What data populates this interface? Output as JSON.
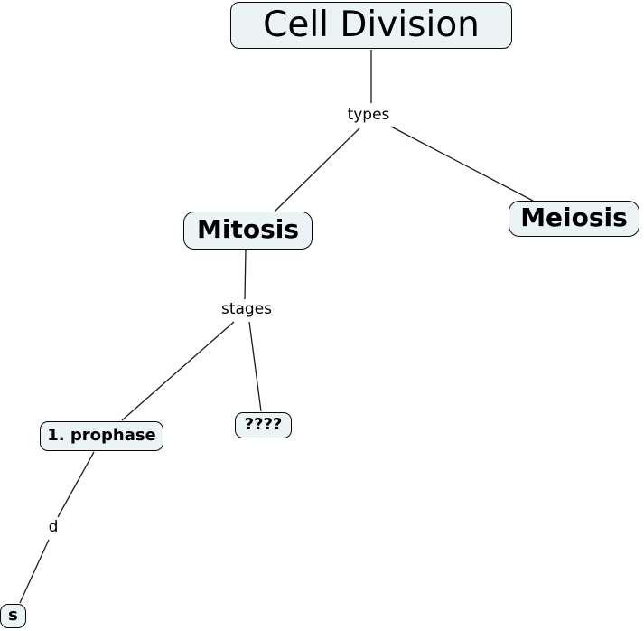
{
  "diagram": {
    "type": "concept-map",
    "colors": {
      "canvas_bg": "#ffffff",
      "node_fill": "#ebf3f5",
      "node_border": "#0a0a0a",
      "line": "#1b1b1b",
      "text": "#000000"
    },
    "nodes": [
      {
        "id": "cell-division",
        "label": "Cell Division"
      },
      {
        "id": "mitosis",
        "label": "Mitosis"
      },
      {
        "id": "meiosis",
        "label": "Meiosis"
      },
      {
        "id": "prophase",
        "label": "1. prophase"
      },
      {
        "id": "unknown-stage",
        "label": "????"
      },
      {
        "id": "s",
        "label": "s"
      }
    ],
    "links": [
      {
        "id": "types",
        "label": "types",
        "from": "cell-division",
        "to": [
          "mitosis",
          "meiosis"
        ]
      },
      {
        "id": "stages",
        "label": "stages",
        "from": "mitosis",
        "to": [
          "prophase",
          "unknown-stage"
        ]
      },
      {
        "id": "d",
        "label": "d",
        "from": "prophase",
        "to": [
          "s"
        ]
      }
    ]
  }
}
